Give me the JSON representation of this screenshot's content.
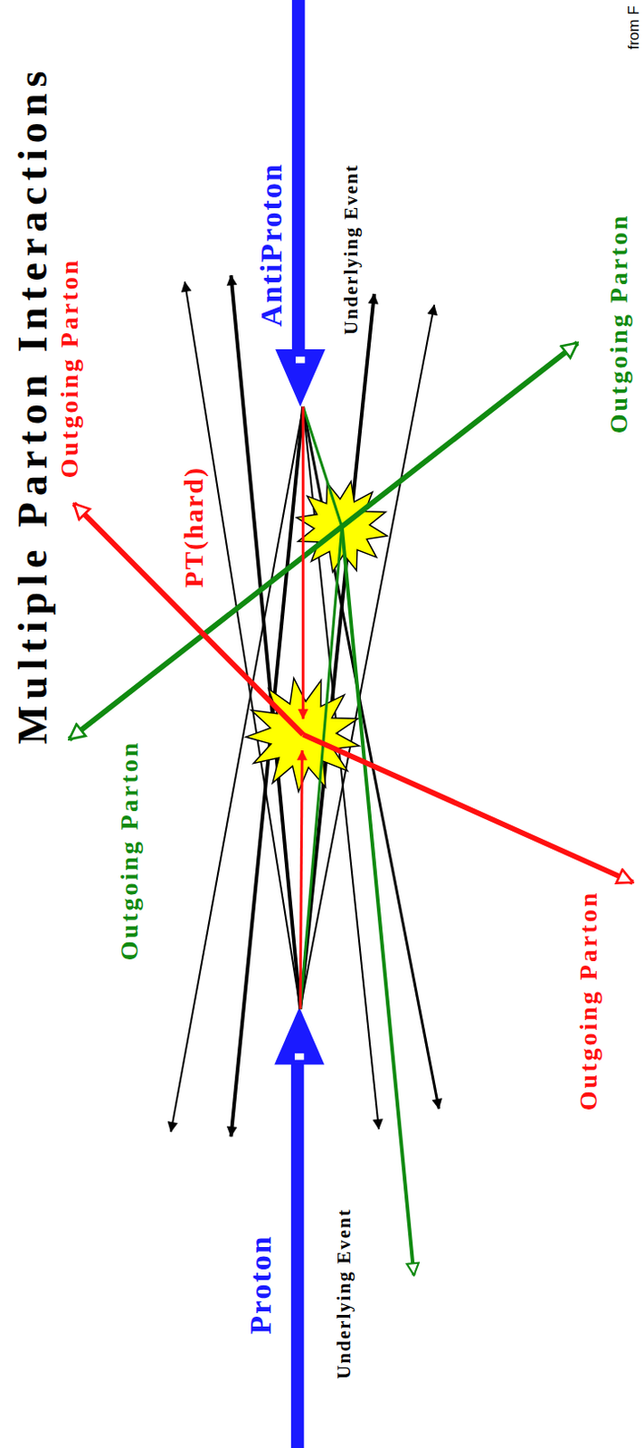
{
  "diagram": {
    "title": "Multiple Parton Interactions",
    "labels": [
      "from F",
      "Outgoing Parton",
      "PT(hard)",
      "AntiProton",
      "Underlying Event",
      "Outgoing Parton",
      "Outgoing Parton",
      "Outgoing Parton",
      "Proton",
      "Underlying Event"
    ]
  }
}
